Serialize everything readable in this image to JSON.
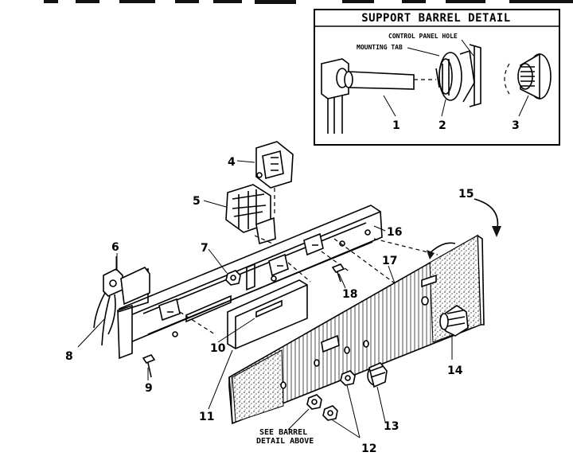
{
  "detail": {
    "title": "SUPPORT BARREL DETAIL",
    "control_panel_hole": "CONTROL PANEL HOLE",
    "mounting_tab": "MOUNTING TAB"
  },
  "callouts": {
    "c1": "1",
    "c2": "2",
    "c3": "3",
    "c4": "4",
    "c5": "5",
    "c6": "6",
    "c7": "7",
    "c8": "8",
    "c9": "9",
    "c10": "10",
    "c11": "11",
    "c12": "12",
    "c13": "13",
    "c14": "14",
    "c15": "15",
    "c16": "16",
    "c17": "17",
    "c18": "18"
  },
  "note": {
    "line1": "SEE BARREL",
    "line2": "DETAIL ABOVE"
  }
}
